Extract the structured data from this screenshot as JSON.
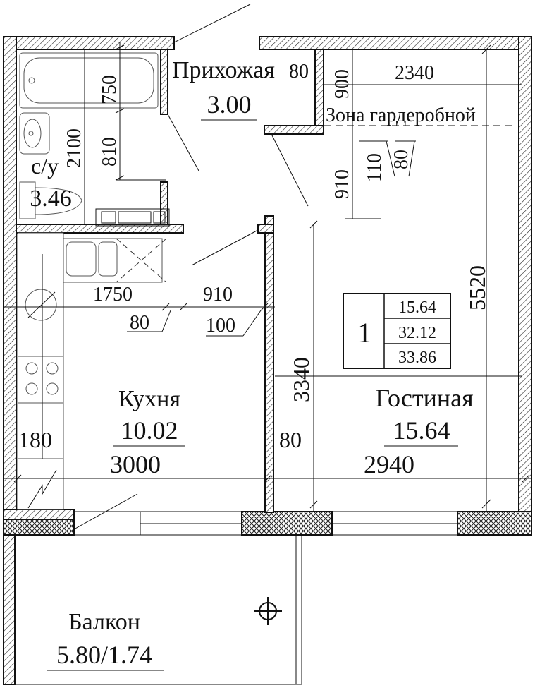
{
  "rooms": {
    "hallway": {
      "name": "Прихожая",
      "area": "3.00"
    },
    "wardrobe": {
      "name": "Зона гардеробной"
    },
    "bathroom": {
      "name": "с/у",
      "area": "3.46"
    },
    "kitchen": {
      "name": "Кухня",
      "area": "10.02"
    },
    "living": {
      "name": "Гостиная",
      "area": "15.64"
    },
    "balcony": {
      "name": "Балкон",
      "area": "5.80/1.74"
    }
  },
  "summary": {
    "rooms_count": "1",
    "living_area": "15.64",
    "total_area": "32.12",
    "total_with_balcony": "33.86"
  },
  "dimensions": {
    "d750": "750",
    "d2100": "2100",
    "d810": "810",
    "d80_hall": "80",
    "d900": "900",
    "d2340": "2340",
    "d910_wardrobe": "910",
    "d110": "110",
    "d80_wardrobe": "80",
    "d1750": "1750",
    "d910_kitchen": "910",
    "d80_kitchen": "80",
    "d100": "100",
    "d3340": "3340",
    "d5520": "5520",
    "d180": "180",
    "d3000": "3000",
    "d80_living": "80",
    "d2940": "2940"
  },
  "colors": {
    "ink": "#111111",
    "background": "#ffffff"
  }
}
